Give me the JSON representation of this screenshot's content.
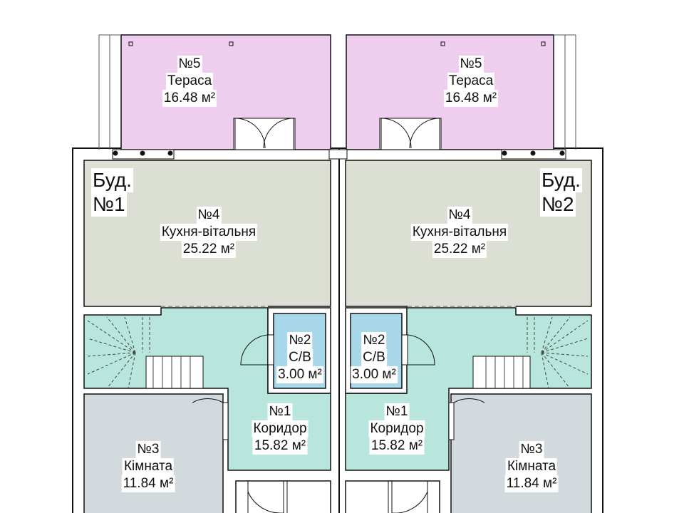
{
  "rooms": {
    "b1_terrace": {
      "num": "№5",
      "name": "Тераса",
      "area": "16.48 м²"
    },
    "b2_terrace": {
      "num": "№5",
      "name": "Тераса",
      "area": "16.48 м²"
    },
    "b1_kitchen": {
      "num": "№4",
      "name": "Кухня-вітальня",
      "area": "25.22 м²"
    },
    "b2_kitchen": {
      "num": "№4",
      "name": "Кухня-вітальня",
      "area": "25.22 м²"
    },
    "b1_bath": {
      "num": "№2",
      "name": "С/В",
      "area": "3.00 м²"
    },
    "b2_bath": {
      "num": "№2",
      "name": "С/В",
      "area": "3.00 м²"
    },
    "b1_corridor": {
      "num": "№1",
      "name": "Коридор",
      "area": "15.82 м²"
    },
    "b2_corridor": {
      "num": "№1",
      "name": "Коридор",
      "area": "15.82 м²"
    },
    "b1_room": {
      "num": "№3",
      "name": "Кімната",
      "area": "11.84 м²"
    },
    "b2_room": {
      "num": "№3",
      "name": "Кімната",
      "area": "11.84 м²"
    }
  },
  "buildings": {
    "b1": {
      "line1": "Буд.",
      "line2": "№1"
    },
    "b2": {
      "line1": "Буд.",
      "line2": "№2"
    }
  },
  "colors": {
    "terrace": "#efcdef",
    "kitchen": "#dcdfd4",
    "corridor": "#b8e6dd",
    "bathroom": "#a8d8ea",
    "room": "#d3dadd",
    "wall": "#111111"
  }
}
